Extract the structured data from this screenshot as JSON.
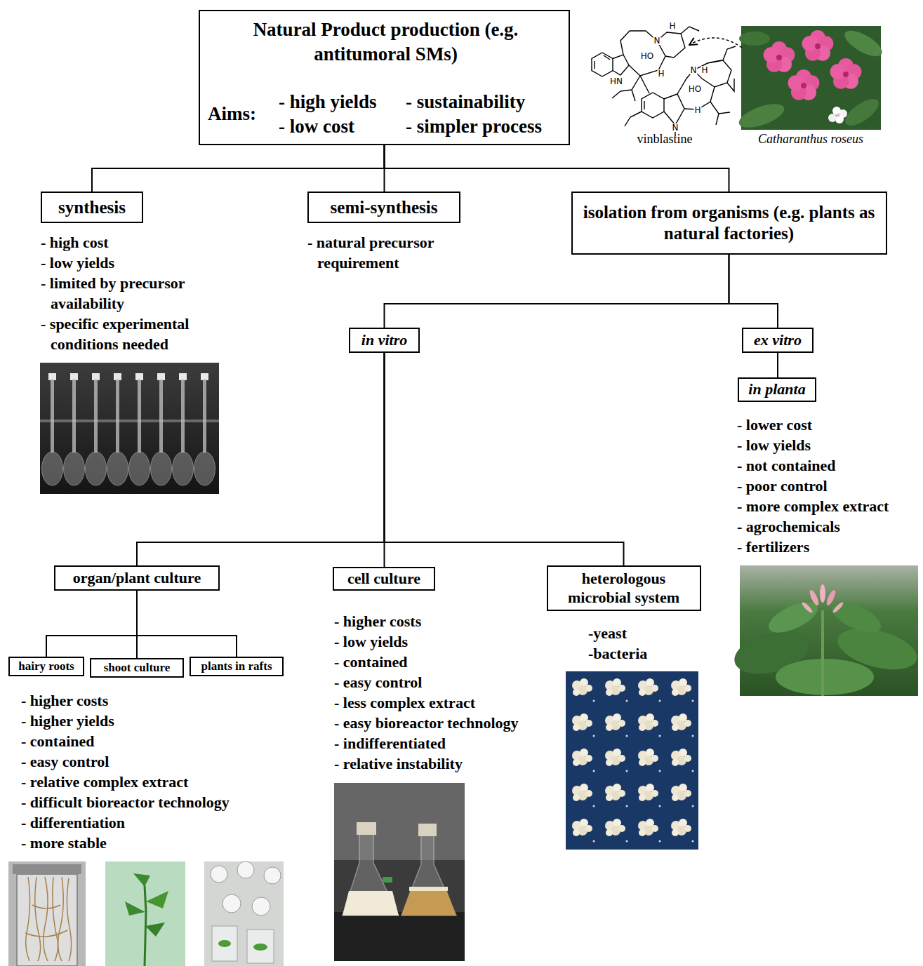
{
  "diagram": {
    "nodes": [
      {
        "text": [
          "Natural Product production (e.g. antitumoral SMs)",
          "Aims:",
          "- high yields",
          "- low cost",
          "- sustainability",
          "- simpler process"
        ]
      },
      {
        "text": [
          "synthesis"
        ]
      },
      {
        "text": [
          "semi-synthesis"
        ]
      },
      {
        "text": [
          "isolation from organisms (e.g. plants as natural factories)"
        ]
      },
      {
        "text": [
          "in vitro"
        ]
      },
      {
        "text": [
          "ex vitro"
        ]
      },
      {
        "text": [
          "in planta"
        ]
      },
      {
        "text": [
          "organ/plant culture"
        ]
      },
      {
        "text": [
          "cell culture"
        ]
      },
      {
        "text": [
          "heterologous microbial system"
        ]
      },
      {
        "text": [
          "hairy roots"
        ]
      },
      {
        "text": [
          "shoot culture"
        ]
      },
      {
        "text": [
          "plants in rafts"
        ]
      }
    ],
    "edges": [
      {
        "from": 0,
        "to": 1,
        "arrow": "none"
      },
      {
        "from": 0,
        "to": 2,
        "arrow": "none"
      },
      {
        "from": 0,
        "to": 3,
        "arrow": "none"
      },
      {
        "from": 3,
        "to": 4,
        "arrow": "none"
      },
      {
        "from": 3,
        "to": 5,
        "arrow": "none"
      },
      {
        "from": 5,
        "to": 6,
        "arrow": "none"
      },
      {
        "from": 4,
        "to": 7,
        "arrow": "none"
      },
      {
        "from": 4,
        "to": 8,
        "arrow": "none"
      },
      {
        "from": 4,
        "to": 9,
        "arrow": "none"
      },
      {
        "from": 7,
        "to": 10,
        "arrow": "none"
      },
      {
        "from": 7,
        "to": 11,
        "arrow": "none"
      },
      {
        "from": 7,
        "to": 12,
        "arrow": "none"
      }
    ],
    "labels": [
      "vinblastine",
      "Catharanthus roseus",
      "H",
      "N",
      "HO",
      "H",
      "HN",
      "N",
      "H",
      "HO",
      "H",
      "N",
      "- high cost",
      "- low yields",
      "- limited by precursor availability",
      "- specific experimental conditions needed",
      "- natural precursor requirement",
      "- lower cost",
      "- low yields",
      "- not contained",
      "- poor control",
      "- more complex extract",
      "- agrochemicals",
      "- fertilizers",
      "- higher costs",
      "- higher yields",
      "- contained",
      "- easy control",
      "- relative complex extract",
      "- difficult bioreactor technology",
      "- differentiation",
      "- more stable",
      "- higher costs",
      "- low yields",
      "- contained",
      "- easy control",
      "- less complex extract",
      "- easy bioreactor technology",
      "- indifferentiated",
      "- relative instability",
      "-yeast",
      "-bacteria"
    ]
  }
}
